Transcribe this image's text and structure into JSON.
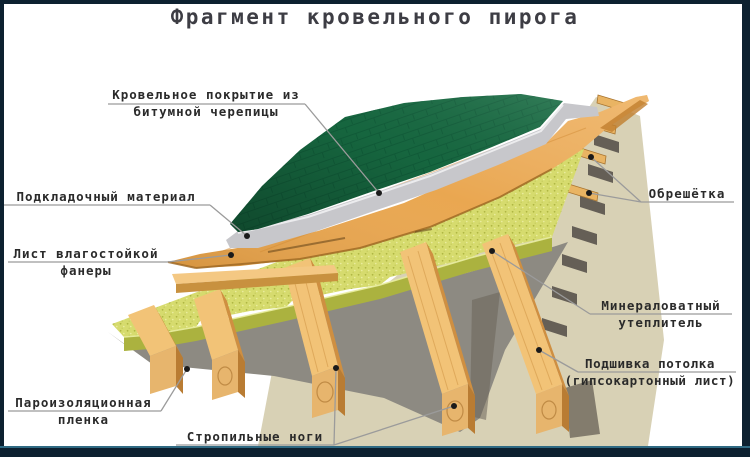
{
  "page": {
    "title": "Фрагмент кровельного пирога"
  },
  "labels": {
    "roof_covering": {
      "line1": "Кровельное покрытие из",
      "line2": "битумной черепицы"
    },
    "underlayment": {
      "line1": "Подкладочный материал"
    },
    "plywood": {
      "line1": "Лист влагостойкой",
      "line2": "фанеры"
    },
    "vapor_barrier": {
      "line1": "Пароизоляционная",
      "line2": "пленка"
    },
    "rafters": {
      "line1": "Стропильные ноги"
    },
    "battens": {
      "line1": "Обрешётка"
    },
    "insulation": {
      "line1": "Минераловатный",
      "line2": "утеплитель"
    },
    "ceiling": {
      "line1": "Подшивка потолка",
      "line2": "(гипсокартонный лист)"
    }
  },
  "colors": {
    "shingles": "#176b42",
    "underlay_strip": "#c7c7cb",
    "plywood": "#e9a54d",
    "plank_top": "#f4c883",
    "insulation": "#d6db6e",
    "insulation_face": "#abb23f",
    "film": "#8d8a82",
    "gypsum": "#d8d1b5",
    "rafter_top": "#f2c377",
    "rafter_side": "#cf8f41",
    "rafter_end": "#e7b56d",
    "batten": "#e9b463",
    "ink": "#2a2a2a",
    "leader": "#9b9b9b",
    "border": "#0d2130",
    "border_accent": "#2f6a83"
  }
}
